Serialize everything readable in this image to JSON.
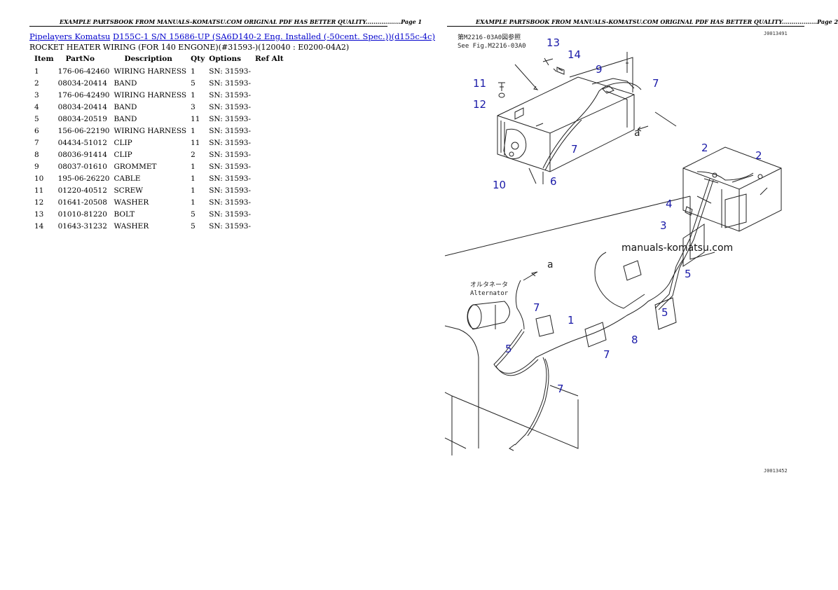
{
  "page1": {
    "header": "EXAMPLE PARTSBOOK FROM MANUALS-KOMATSU.COM ORIGINAL PDF HAS BETTER QUALITY..................Page 1",
    "link1": "Pipelayers Komatsu",
    "link2": "D155C-1 S/N 15686-UP (SA6D140-2 Eng. Installed (-50cent. Spec.))(d155c-4c)",
    "subtitle": "ROCKET HEATER WIRING (FOR 140 ENGONE)(#31593-)(120040 : E0200-04A2)",
    "columns": [
      "Item",
      "PartNo",
      "Description",
      "Qty",
      "Options",
      "Ref Alt"
    ],
    "rows": [
      [
        "1",
        "176-06-42460",
        "WIRING HARNESS",
        "1",
        "SN: 31593-"
      ],
      [
        "2",
        "08034-20414",
        "BAND",
        "5",
        "SN: 31593-"
      ],
      [
        "3",
        "176-06-42490",
        "WIRING HARNESS",
        "1",
        "SN: 31593-"
      ],
      [
        "4",
        "08034-20414",
        "BAND",
        "3",
        "SN: 31593-"
      ],
      [
        "5",
        "08034-20519",
        "BAND",
        "11",
        "SN: 31593-"
      ],
      [
        "6",
        "156-06-22190",
        "WIRING HARNESS",
        "1",
        "SN: 31593-"
      ],
      [
        "7",
        "04434-51012",
        "CLIP",
        "11",
        "SN: 31593-"
      ],
      [
        "8",
        "08036-91414",
        "CLIP",
        "2",
        "SN: 31593-"
      ],
      [
        "9",
        "08037-01610",
        "GROMMET",
        "1",
        "SN: 31593-"
      ],
      [
        "10",
        "195-06-26220",
        "CABLE",
        "1",
        "SN: 31593-"
      ],
      [
        "11",
        "01220-40512",
        "SCREW",
        "1",
        "SN: 31593-"
      ],
      [
        "12",
        "01641-20508",
        "WASHER",
        "1",
        "SN: 31593-"
      ],
      [
        "13",
        "01010-81220",
        "BOLT",
        "5",
        "SN: 31593-"
      ],
      [
        "14",
        "01643-31232",
        "WASHER",
        "5",
        "SN: 31593-"
      ]
    ]
  },
  "page2": {
    "header": "EXAMPLE PARTSBOOK FROM MANUALS-KOMATSU.COM ORIGINAL PDF HAS BETTER QUALITY..................Page 2",
    "diagram": {
      "see_fig_jp": "第M2216-03A0図参照",
      "see_fig": "See Fig.M2216-03A0",
      "alternator_jp": "オルタネータ",
      "alternator": "Alternator",
      "watermark": "manuals-komatsu.com",
      "arrow_label": "a",
      "code_top": "J0013491",
      "code_bottom": "J0013452",
      "callouts": [
        "13",
        "14",
        "9",
        "7",
        "11",
        "12",
        "7",
        "10",
        "6",
        "2",
        "2",
        "4",
        "3",
        "5",
        "5",
        "1",
        "7",
        "5",
        "8",
        "7",
        "7"
      ]
    }
  }
}
